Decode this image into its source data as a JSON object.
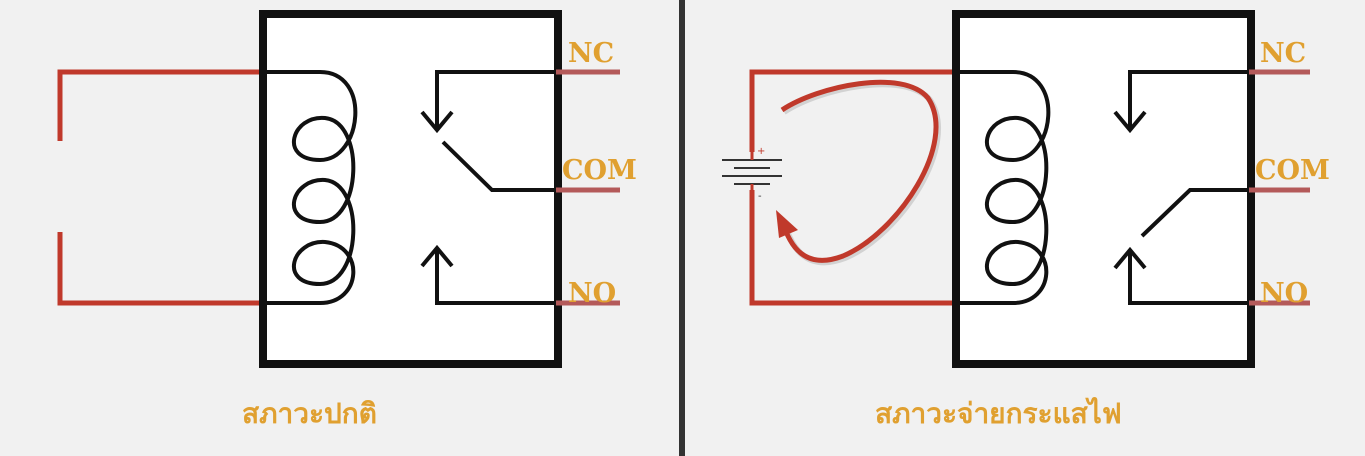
{
  "colors": {
    "background": "#f1f1f1",
    "wire_red": "#c0392b",
    "pin_stub": "#b45a5a",
    "black": "#111111",
    "label_orange": "#e0a030",
    "relay_fill": "#ffffff",
    "divider": "#333333"
  },
  "panels": [
    {
      "id": "normal",
      "caption": "สภาวะปกติ",
      "pins": {
        "nc": "NC",
        "com": "COM",
        "no": "NO"
      },
      "battery": null,
      "switch_state": "closed-to-NC"
    },
    {
      "id": "energized",
      "caption": "สภาวะจ่ายกระแสไฟ",
      "pins": {
        "nc": "NC",
        "com": "COM",
        "no": "NO"
      },
      "battery": {
        "plus": "+",
        "minus": "-"
      },
      "switch_state": "closed-to-NO"
    }
  ]
}
